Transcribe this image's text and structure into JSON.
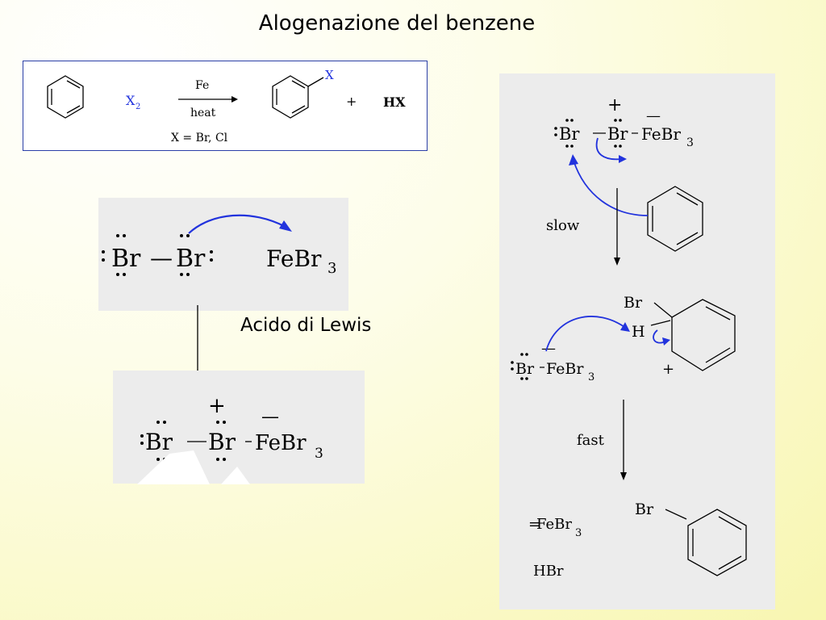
{
  "slide": {
    "title": "Alogenazione del benzene",
    "lewis_acid_label": "Acido di Lewis"
  },
  "equation": {
    "reagent": "X",
    "reagent_sub": "2",
    "catalyst": "Fe",
    "condition": "heat",
    "product_substituent": "X",
    "plus": "+",
    "byproduct": "HX",
    "note": "X = Br, Cl"
  },
  "complex_formation": {
    "br_left": "Br",
    "dash": "—",
    "br_right": "Br",
    "fe_br": "FeBr",
    "sub3": "3"
  },
  "complex": {
    "br1": "Br",
    "br2": "Br",
    "fe": "FeBr",
    "sub3": "3",
    "plus": "+",
    "minus": "—"
  },
  "mechanism": {
    "step1": {
      "br1": "Br",
      "br2": "Br",
      "fe": "FeBr",
      "sub3": "3",
      "plus": "+",
      "minus": "—"
    },
    "slow_label": "slow",
    "intermediate": {
      "br": "Br",
      "h": "H",
      "plus": "+",
      "anion_br": "Br",
      "anion_fe": "FeBr",
      "sub3": "3",
      "minus": "—"
    },
    "fast_label": "fast",
    "products": {
      "febr": "FeBr",
      "febr_prefix": "=",
      "sub3": "3",
      "hbr": "HBr",
      "bromobenzene_br": "Br"
    }
  },
  "colors": {
    "arrow_blue": "#2233dd",
    "box_border": "#2b3fa8",
    "panel_gray": "#ececec"
  }
}
